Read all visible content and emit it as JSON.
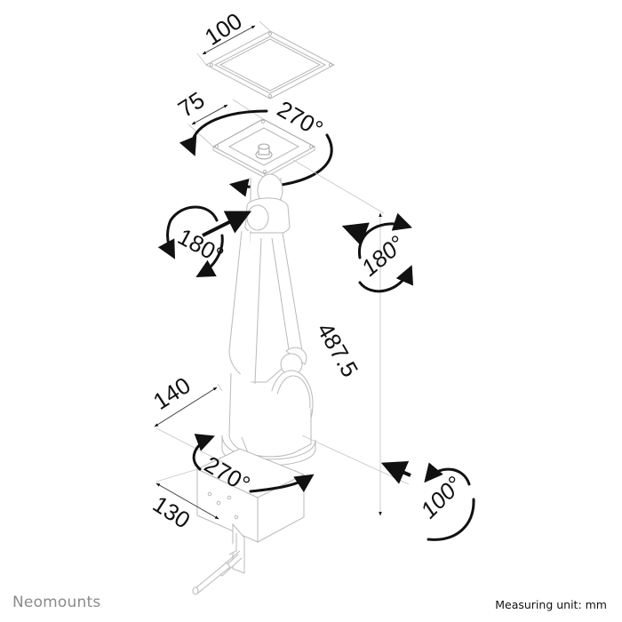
{
  "diagram": {
    "subject": "Desk mount monitor arm with clamp base",
    "dimensions": {
      "vesa_large": "100",
      "vesa_small": "75",
      "height": "487.5",
      "base_depth": "140",
      "clamp_depth": "130"
    },
    "rotations": {
      "top_swivel": "270°",
      "tilt_left": "180°",
      "rotate_right": "180°",
      "base_swivel": "270°",
      "bottom_tilt": "100°"
    }
  },
  "footer": {
    "brand": "Neomounts",
    "measuring_unit": "Measuring unit: mm"
  },
  "colors": {
    "line_art": "#b9b9b9",
    "annotation": "#111111",
    "brand_text": "#8a8a8a",
    "background": "#ffffff"
  }
}
